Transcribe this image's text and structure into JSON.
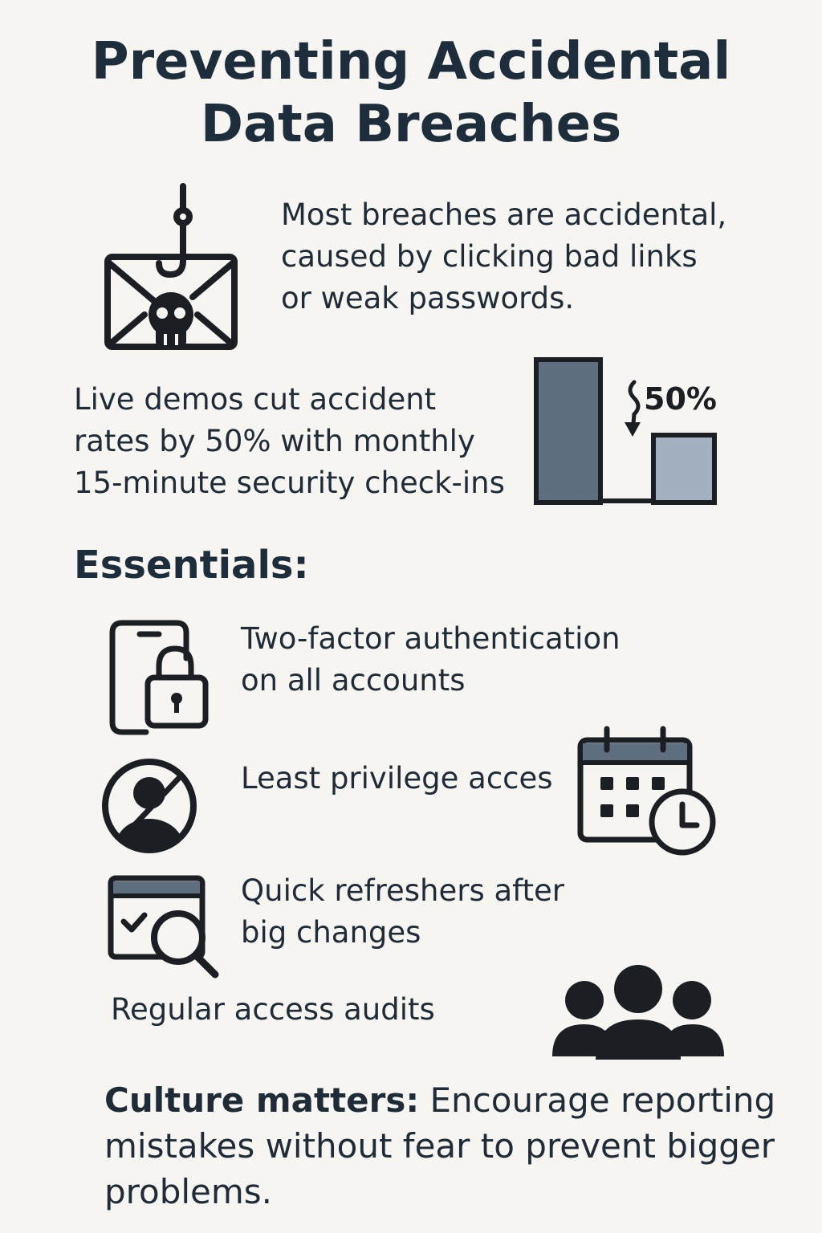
{
  "title": {
    "line1": "Preventing Accidental",
    "line2": "Data Breaches"
  },
  "intro": {
    "line1": "Most breaches are accidental,",
    "line2": "caused by clicking bad links",
    "line3": "or weak passwords."
  },
  "stat": {
    "line1": "Live demos cut accident",
    "line2": "rates by 50% with monthly",
    "line3": "15-minute security check-ins",
    "badge": "50%"
  },
  "essentials": {
    "heading": "Essentials:",
    "items": [
      {
        "line1": "Two-factor authentication",
        "line2": "on all accounts",
        "icon": "phone-lock-icon"
      },
      {
        "line1": "Least privilege acces",
        "icon": "restricted-user-icon"
      },
      {
        "line1": "Quick refreshers after",
        "line2": "big changes",
        "icon": "browser-search-icon"
      },
      {
        "line1": "Regular access audits",
        "icon": "team-icon"
      }
    ]
  },
  "culture": {
    "bold": "Culture matters:",
    "text": " Encourage reporting mistakes without fear to prevent bigger problems."
  },
  "colors": {
    "text": "#1f2d3a",
    "bar_dark": "#5f6f80",
    "bar_light": "#a3b0bf",
    "background": "#f6f5f2"
  }
}
